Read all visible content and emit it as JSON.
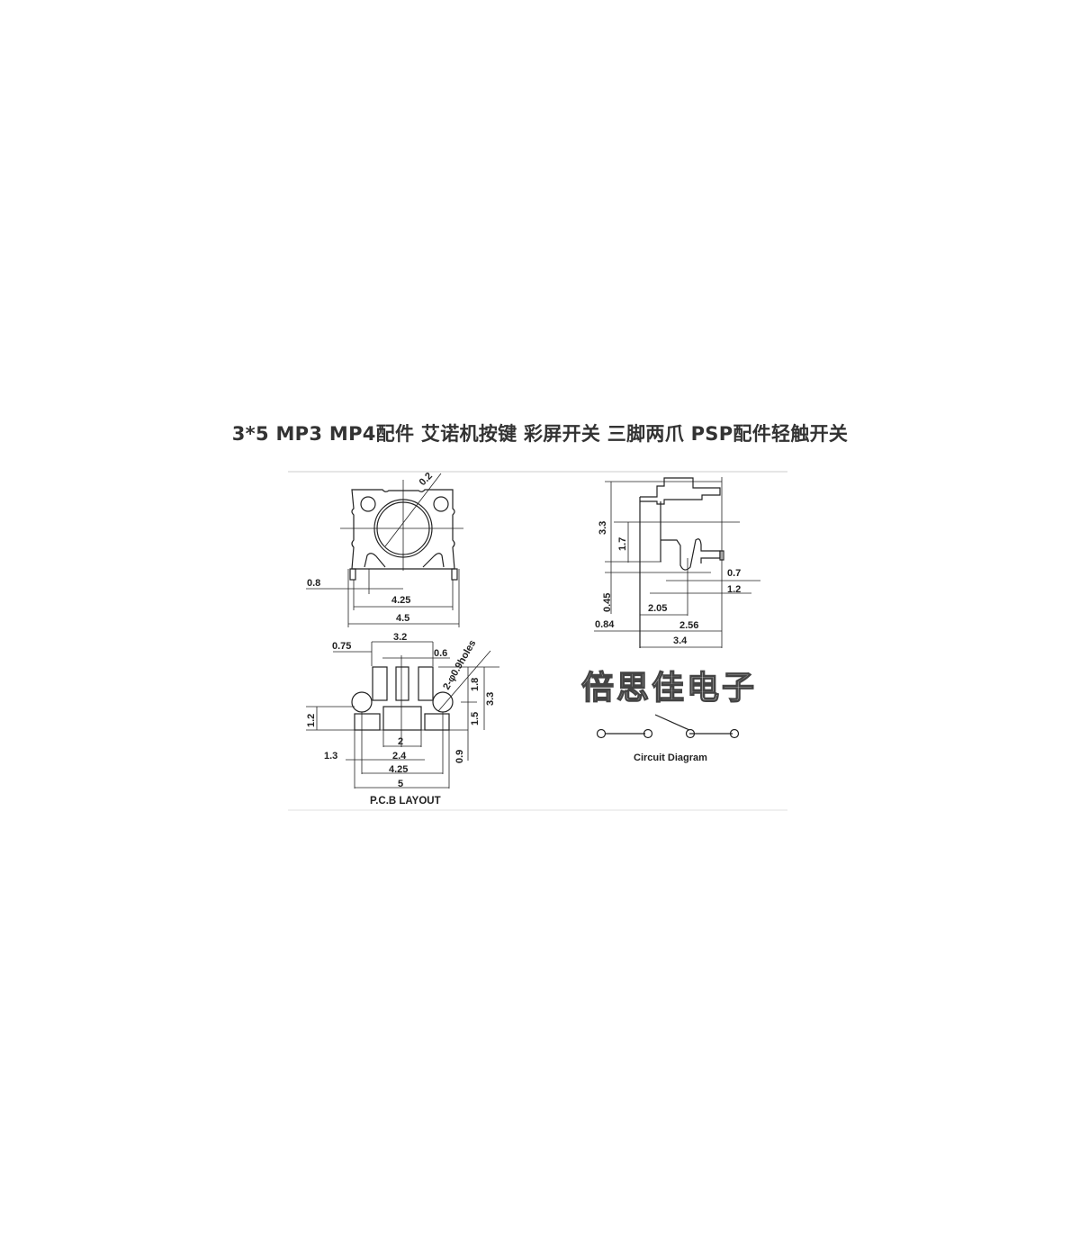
{
  "title": "3*5 MP3 MP4配件 艾诺机按键 彩屏开关 三脚两爪 PSP配件轻触开关",
  "drawing": {
    "front_view": {
      "dia": "0.2",
      "offset": "0.8",
      "inner_width": "4.25",
      "outer_width": "4.5"
    },
    "pcb_layout": {
      "label": "P.C.B LAYOUT",
      "top_width": "3.2",
      "left_gap": "0.75",
      "slot": "0.6",
      "holes": "2-φ0.9holes",
      "h1": "1.8",
      "h2": "3.3",
      "h3": "1.5",
      "pad_h": "1.2",
      "center": "2",
      "w2": "2.4",
      "side": "1.3",
      "bottom": "0.9",
      "w3": "4.25",
      "w4": "5"
    },
    "side_view": {
      "height": "3.3",
      "h2": "1.7",
      "h3": "0.45",
      "a": "0.84",
      "b": "2.05",
      "c": "2.56",
      "d": "3.4",
      "e": "0.7",
      "f": "1.2"
    },
    "watermark": "倍思佳电子",
    "circuit_label": "Circuit Diagram"
  }
}
